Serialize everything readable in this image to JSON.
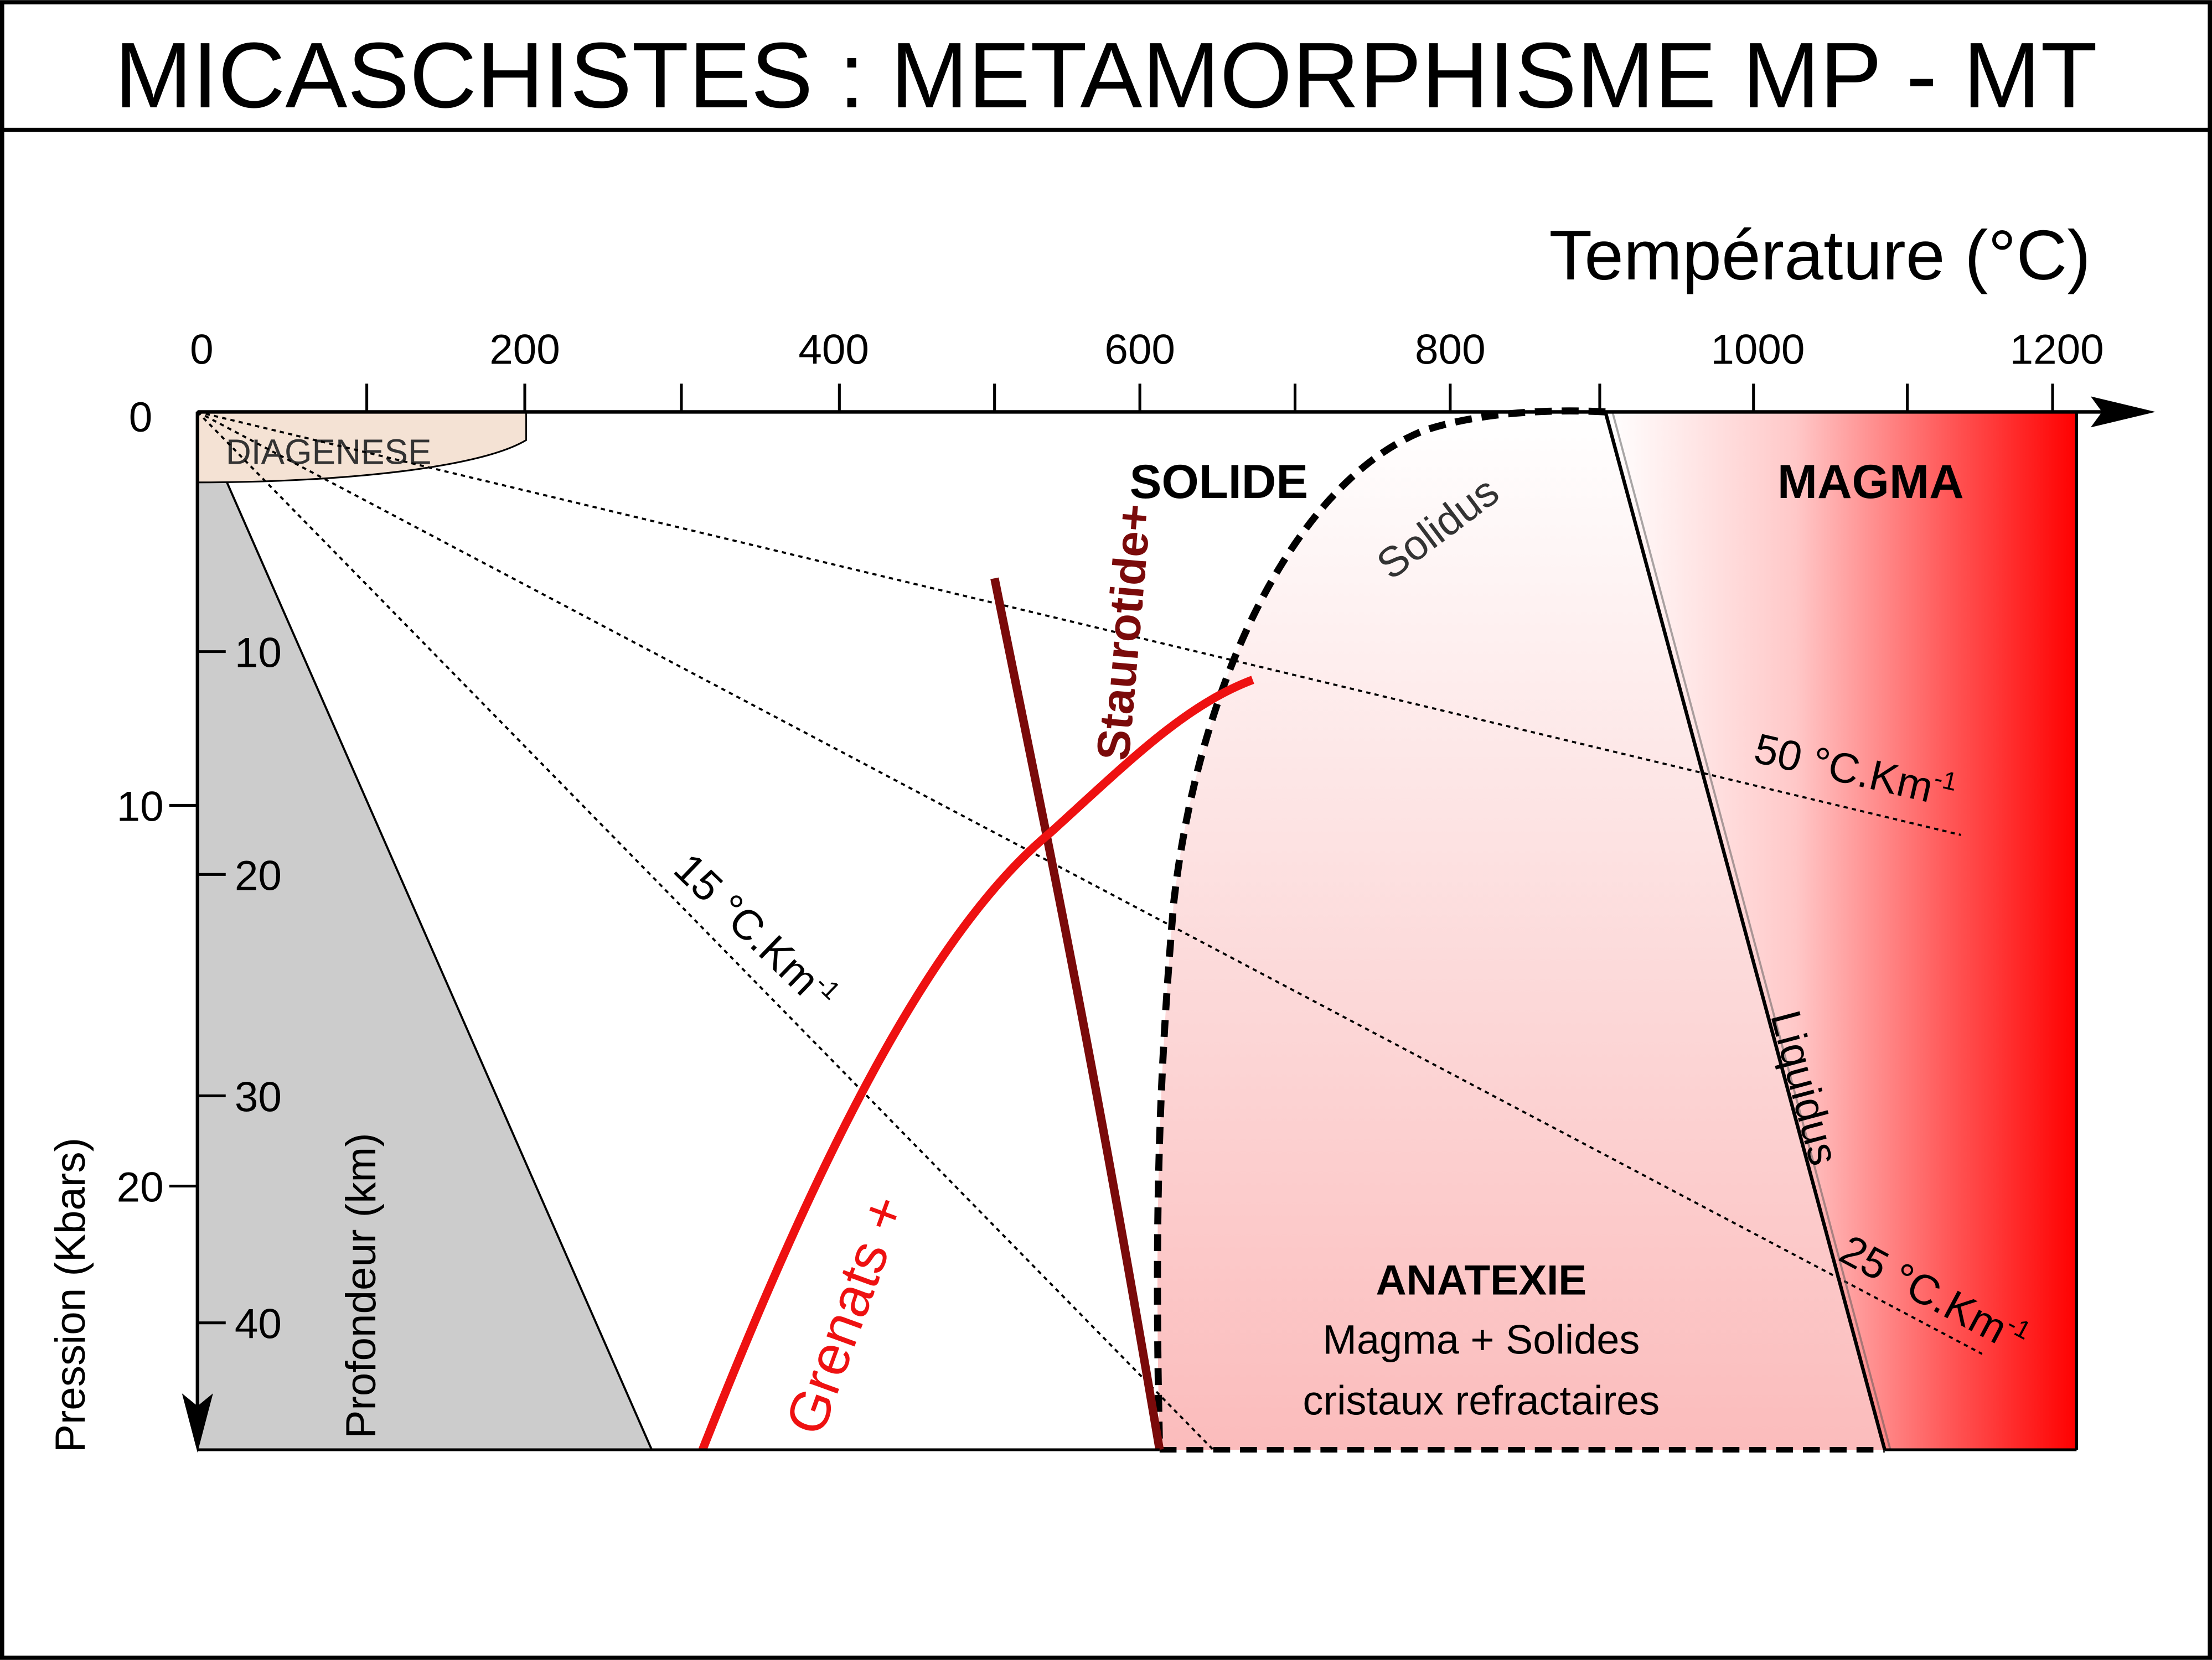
{
  "title": "MICASCHISTES : METAMORPHISME MP - MT",
  "temperature_axis": {
    "label": "Température (°C)",
    "ticks": [
      "0",
      "200",
      "400",
      "600",
      "800",
      "1000",
      "1200"
    ]
  },
  "pressure_axis": {
    "label": "Pression (Kbars)",
    "ticks": [
      "0",
      "10",
      "20"
    ]
  },
  "depth_axis": {
    "label": "Profondeur (km)",
    "ticks": [
      "10",
      "20",
      "30",
      "40"
    ]
  },
  "zones": {
    "diagenese": "DIAGENESE",
    "solide": "SOLIDE",
    "magma": "MAGMA",
    "anatexie_title": "ANATEXIE",
    "anatexie_line1": "Magma + Solides",
    "anatexie_line2": "cristaux refractaires"
  },
  "curves": {
    "solidus": "Solidus",
    "liquidus": "Liquidus",
    "staurotide": "Staurotide+",
    "grenats": "Grenats +"
  },
  "gradients": {
    "g50_value": "50 °C.Km",
    "g25_value": "25 °C.Km",
    "g15_value": "15 °C.Km",
    "exponent": "-1"
  },
  "colors": {
    "grenats_red": "#ee1111",
    "staurotide_darkred": "#7a0a0a",
    "magma_red": "#ff0000",
    "diagenese_fill": "#f4e2d4",
    "depth_gray": "#cccccc"
  }
}
